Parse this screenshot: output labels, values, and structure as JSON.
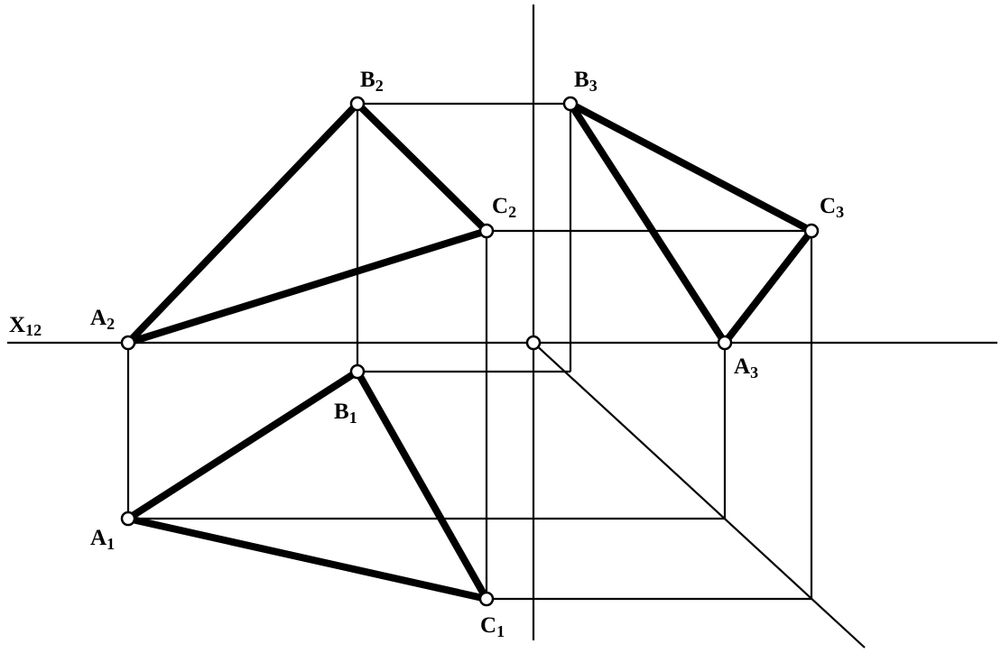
{
  "axis_label": {
    "main": "X",
    "sub": "12"
  },
  "points": {
    "A2": {
      "main": "A",
      "sub": "2"
    },
    "B2": {
      "main": "B",
      "sub": "2"
    },
    "C2": {
      "main": "C",
      "sub": "2"
    },
    "B3": {
      "main": "B",
      "sub": "3"
    },
    "C3": {
      "main": "C",
      "sub": "3"
    },
    "A3": {
      "main": "A",
      "sub": "3"
    },
    "B1": {
      "main": "B",
      "sub": "1"
    },
    "A1": {
      "main": "A",
      "sub": "1"
    },
    "C1": {
      "main": "C",
      "sub": "1"
    }
  },
  "colors": {
    "lines": "#000000",
    "point_fill": "#ffffff",
    "background": "#ffffff"
  }
}
